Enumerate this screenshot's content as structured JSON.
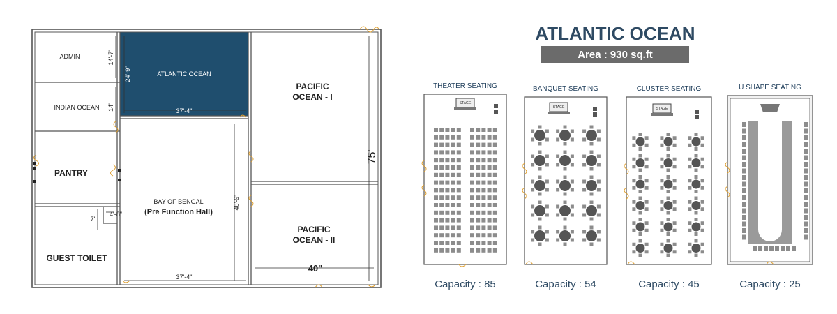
{
  "floor_plan": {
    "rooms": {
      "admin": "ADMIN",
      "indian_ocean": "INDIAN OCEAN",
      "atlantic_ocean": "ATLANTIC OCEAN",
      "pantry": "PANTRY",
      "bay_of_bengal": "BAY OF BENGAL",
      "pre_function": "(Pre Function Hall)",
      "guest_toilet": "GUEST TOILET",
      "pacific_1_line1": "PACIFIC",
      "pacific_1_line2": "OCEAN - I",
      "pacific_2_line1": "PACIFIC",
      "pacific_2_line2": "OCEAN - II"
    },
    "dimensions": {
      "admin_height": "14'-7\"",
      "indian_height": "14'",
      "atlantic_height": "24'-9\"",
      "atlantic_width": "37'-4\"",
      "bay_height": "48'-9\"",
      "bay_width": "37'-4\"",
      "corridor_width": "4'-8\"",
      "corridor_height": "7'",
      "overall_height": "75'",
      "pacific_width": "40\""
    },
    "colors": {
      "highlight": "#1f4e6e",
      "wall": "#555555",
      "door": "#e0a030"
    }
  },
  "panel": {
    "title": "ATLANTIC OCEAN",
    "area": "Area : 930 sq.ft",
    "stage_label": "STAGE",
    "colors": {
      "title": "#2e4a63",
      "area_bar": "#6b6b6b",
      "seat": "#8c8c8c",
      "table": "#555555"
    },
    "layouts": [
      {
        "type": "theater",
        "title": "THEATER SEATING",
        "capacity": "Capacity : 85"
      },
      {
        "type": "banquet",
        "title": "BANQUET SEATING",
        "capacity": "Capacity : 54"
      },
      {
        "type": "cluster",
        "title": "CLUSTER SEATING",
        "capacity": "Capacity : 45"
      },
      {
        "type": "ushape",
        "title": "U SHAPE SEATING",
        "capacity": "Capacity : 25"
      }
    ]
  }
}
